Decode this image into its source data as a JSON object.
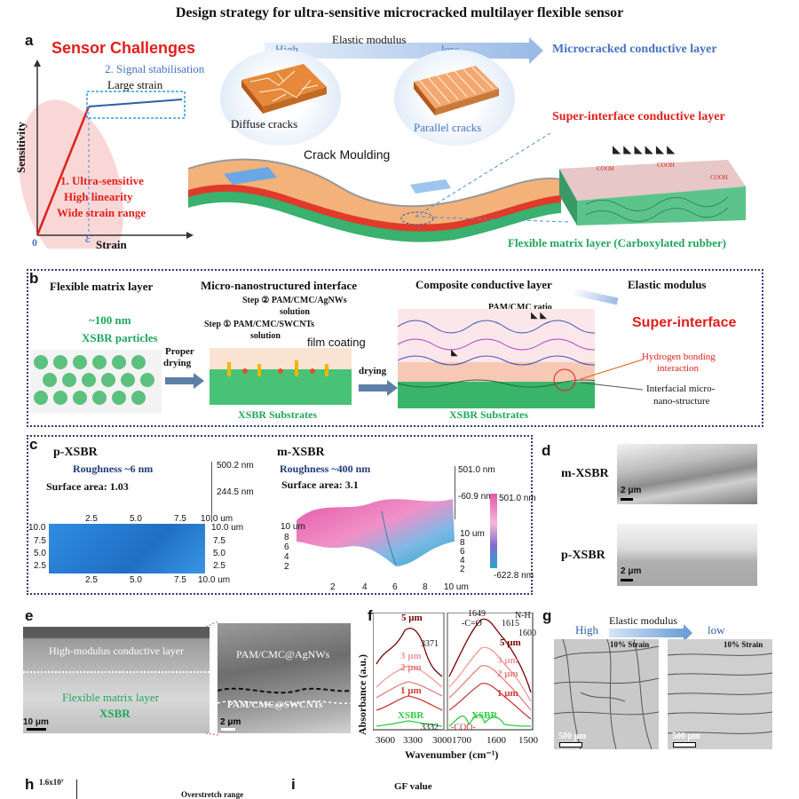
{
  "title": "Design strategy for ultra-sensitive microcracked multilayer flexible sensor",
  "panel_labels": [
    "a",
    "b",
    "c",
    "d",
    "e",
    "f",
    "g",
    "h",
    "i"
  ],
  "panel_a": {
    "challenges_heading": "Sensor Challenges",
    "y_axis": "Sensitivity",
    "x_axis": "Strain",
    "origin": "0",
    "epsilon": "ε",
    "challenge2_line1": "2. Signal stabilisation",
    "challenge2_line2": "Large strain",
    "challenge1_line1": "1. Ultra-sensitive",
    "challenge1_line2": "High linearity",
    "challenge1_line3": "Wide strain range",
    "modulus_high": "High",
    "modulus_label": "Elastic modulus",
    "modulus_low": "low",
    "diffuse_cracks": "Diffuse cracks",
    "parallel_cracks": "Parallel cracks",
    "microcracked_layer": "Microcracked conductive layer",
    "super_interface_layer": "Super-interface conductive layer",
    "crack_moulding": "Crack Moulding",
    "matrix_layer": "Flexible matrix layer (Carboxylated rubber)",
    "cooh_label": "COOH"
  },
  "panel_b": {
    "matrix_heading": "Flexible matrix layer",
    "particle_size": "~100 nm",
    "particles": "XSBR particles",
    "proper": "Proper",
    "drying1": "drying",
    "interface_heading": "Micro-nanostructured interface",
    "step2_line1": "Step ② PAM/CMC/AgNWs",
    "step2_line2": "solution",
    "step1_line1": "Step ① PAM/CMC/SWCNTs",
    "step1_line2": "solution",
    "film_coating": "film coating",
    "substrates1": "XSBR Substrates",
    "drying2": "drying",
    "composite_heading": "Composite conductive layer",
    "elastic_modulus": "Elastic modulus",
    "ratio": "PAM/CMC ratio",
    "super_interface": "Super-interface",
    "hbond_line1": "Hydrogen bonding",
    "hbond_line2": "interaction",
    "micro_line1": "Interfacial micro-",
    "micro_line2": "nano-structure",
    "substrates2": "XSBR Substrates"
  },
  "panel_c": {
    "left_title": "p-XSBR",
    "left_roughness": "Roughness ~6 nm",
    "left_area": "Surface area: 1.03",
    "left_z_top": "500.2 nm",
    "left_z_mid": "244.5 nm",
    "left_ticks_top": [
      "2.5",
      "5.0",
      "7.5",
      "10.0 um"
    ],
    "left_ticks_left": [
      "10.0",
      "7.5",
      "5.0",
      "2.5"
    ],
    "left_ticks_right": [
      "10.0 um",
      "7.5",
      "5.0",
      "2.5"
    ],
    "left_ticks_bottom": [
      "2.5",
      "5.0",
      "7.5",
      "10.0 um"
    ],
    "right_title": "m-XSBR",
    "right_roughness": "Roughness ~400 nm",
    "right_area": "Surface area: 3.1",
    "right_z_top": "501.0 nm",
    "right_z_mid": "-60.9 nm",
    "colorbar_top": "501.0 nm",
    "colorbar_bottom": "-622.8 nm",
    "right_ticks_left": [
      "10 um",
      "8",
      "6",
      "4",
      "2"
    ],
    "right_ticks_right": [
      "10 um",
      "8",
      "6",
      "4",
      "2"
    ],
    "right_ticks_bottom": [
      "2",
      "4",
      "6",
      "8",
      "10 um"
    ]
  },
  "panel_d": {
    "top_label": "m-XSBR",
    "bottom_label": "p-XSBR",
    "scale_top": "2 μm",
    "scale_bottom": "2 μm"
  },
  "panel_e": {
    "top_layer": "High-modulus conductive layer",
    "matrix": "Flexible matrix layer",
    "xsbr": "XSBR",
    "scale_left": "10 μm",
    "agnws": "PAM/CMC@AgNWs",
    "swcnts": "PAM/CMC@SWCNTs",
    "scale_right": "2 μm"
  },
  "panel_f": {
    "y_axis": "Absorbance (a.u.)",
    "x_axis": "Wavenumber (cm⁻¹)",
    "x_ticks_left": [
      "3600",
      "3300",
      "3000"
    ],
    "x_ticks_right": [
      "1700",
      "1600",
      "1500"
    ],
    "left_labels": [
      "5 μm",
      "2 μm",
      "1 μm",
      "XSBR"
    ],
    "left_mid_labels": [
      "3 μm"
    ],
    "right_labels": [
      "5 μm",
      "3 μm",
      "2 μm",
      "1 μm",
      "XSBR"
    ],
    "peak_3371": "3371",
    "peak_3332": "3332",
    "peak_1649": "1649",
    "peak_co": "-C=O",
    "peak_1615": "1615",
    "peak_nh": "N-H",
    "peak_1600": "1600",
    "peak_coo": "-COO-",
    "colors": [
      "#8b0000",
      "#d9534f",
      "#f4a3a3",
      "#c0392b",
      "#2ecc40"
    ]
  },
  "panel_g": {
    "high": "High",
    "modulus": "Elastic modulus",
    "low": "low",
    "strain_left": "10% Strain",
    "strain_right": "10% Strain",
    "scale_left": "500 μm",
    "scale_right": "500 μm"
  },
  "panel_h": {
    "y_top": "1.6x10⁷",
    "overstretch": "Overstretch range"
  },
  "panel_i": {
    "gf_value": "GF value"
  }
}
